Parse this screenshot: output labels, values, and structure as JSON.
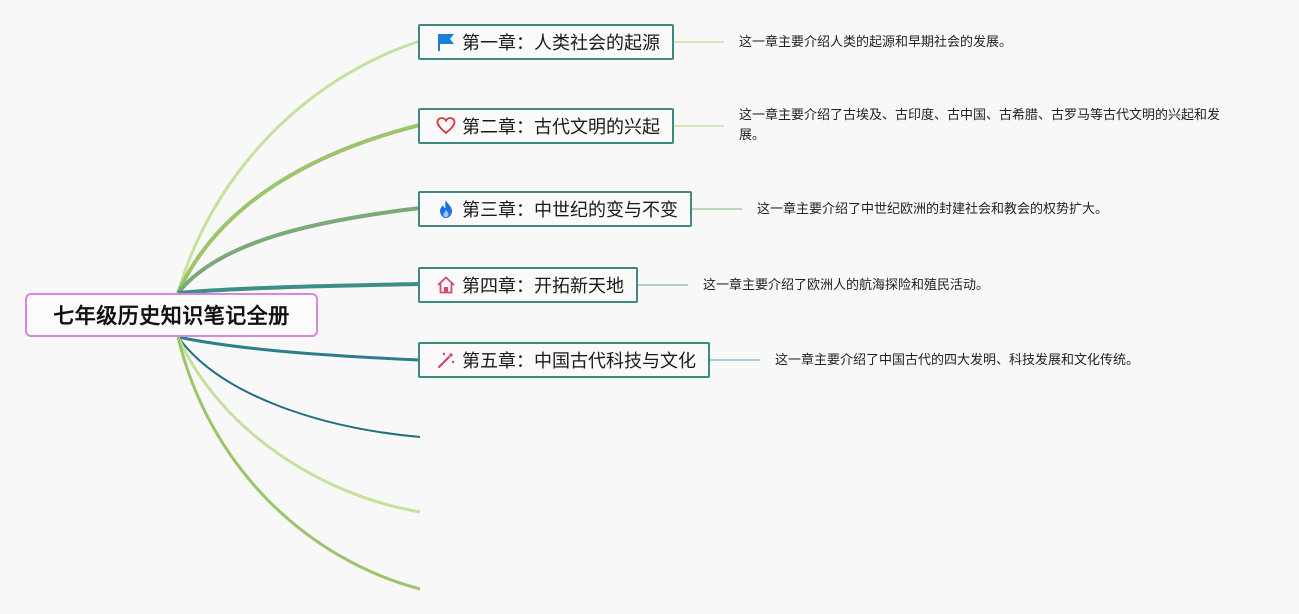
{
  "map": {
    "root_title": "七年级历史知识笔记全册",
    "chapters": [
      {
        "title": "第一章：人类社会的起源",
        "icon": "flag-icon",
        "icon_color": "#1a7fd6",
        "description": "这一章主要介绍人类的起源和早期社会的发展。"
      },
      {
        "title": "第二章：古代文明的兴起",
        "icon": "heart-icon",
        "icon_color": "#d43a3a",
        "description": "这一章主要介绍了古埃及、古印度、古中国、古希腊、古罗马等古代文明的兴起和发展。"
      },
      {
        "title": "第三章：中世纪的变与不变",
        "icon": "flame-icon",
        "icon_color": "#1e6fe0",
        "description": "这一章主要介绍了中世纪欧洲的封建社会和教会的权势扩大。"
      },
      {
        "title": "第四章：开拓新天地",
        "icon": "home-icon",
        "icon_color": "#d64a6a",
        "description": "这一章主要介绍了欧洲人的航海探险和殖民活动。"
      },
      {
        "title": "第五章：中国古代科技与文化",
        "icon": "magic-wand-icon",
        "icon_color": "#d63a6a",
        "description": "这一章主要介绍了中国古代的四大发明、科技发展和文化传统。"
      }
    ]
  },
  "colors": {
    "background": "#f8f8f8",
    "root_border": "#d986de",
    "chapter_border": "#3d8a80",
    "branch_light_green": "#c5e29c",
    "branch_green": "#9cc46a",
    "branch_sage": "#7aaa7a",
    "branch_teal": "#3b8f85",
    "branch_dark_teal": "#2a7f8a"
  }
}
